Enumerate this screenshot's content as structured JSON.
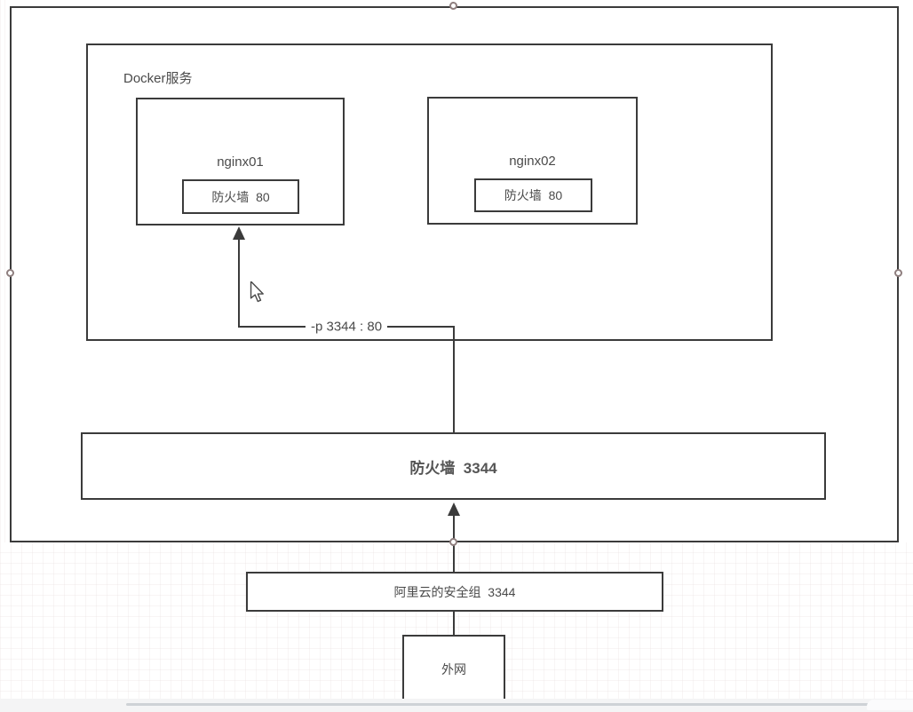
{
  "colors": {
    "stroke": "#3b3b3b",
    "text": "#4a4a4a",
    "text_strong": "#555555",
    "handle_stroke": "#8f7f7f",
    "bottom_strip": "#f4f4f5",
    "bottom_line": "#ced2d6"
  },
  "diagram": {
    "docker_group_label": "Docker服务",
    "nginx01_title": "nginx01",
    "nginx01_port_label": "防火墙  80",
    "nginx02_title": "nginx02",
    "nginx02_port_label": "防火墙  80",
    "port_mapping_label": "-p 3344 : 80",
    "host_firewall_label": "防火墙  3344",
    "security_group_label": "阿里云的安全组  3344",
    "external_network_label": "外网"
  }
}
